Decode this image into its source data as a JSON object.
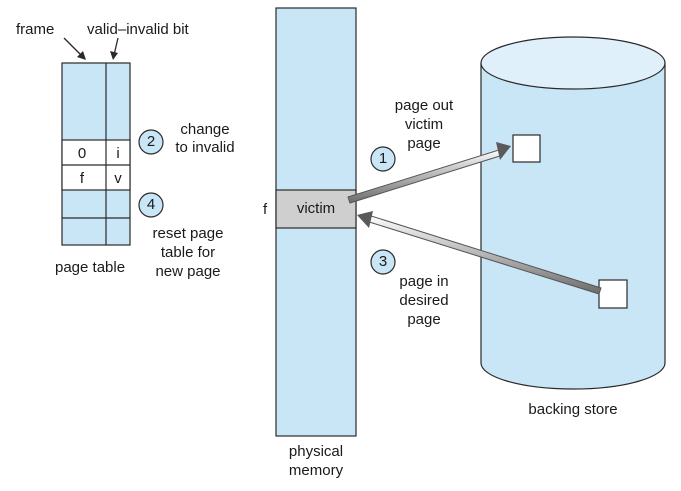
{
  "colors": {
    "fill": "#c9e6f7",
    "stroke": "#2a2a2a",
    "victim_fill": "#cfcfcf",
    "arrow": "#5a5a5a"
  },
  "labels": {
    "frame": "frame",
    "valid_invalid_bit": "valid–invalid bit",
    "page_table": "page table",
    "physical": "physical",
    "memory": "memory",
    "backing_store": "backing store",
    "victim": "victim",
    "f_mem": "f"
  },
  "page_table": {
    "rows": [
      {
        "frame": "0",
        "bit": "i"
      },
      {
        "frame": "f",
        "bit": "v"
      }
    ]
  },
  "steps": [
    {
      "num": "1",
      "lines": [
        "page out",
        "victim",
        "page"
      ]
    },
    {
      "num": "2",
      "lines": [
        "change",
        "to invalid"
      ]
    },
    {
      "num": "3",
      "lines": [
        "page in",
        "desired",
        "page"
      ]
    },
    {
      "num": "4",
      "lines": [
        "reset page",
        "table for",
        "new page"
      ]
    }
  ]
}
